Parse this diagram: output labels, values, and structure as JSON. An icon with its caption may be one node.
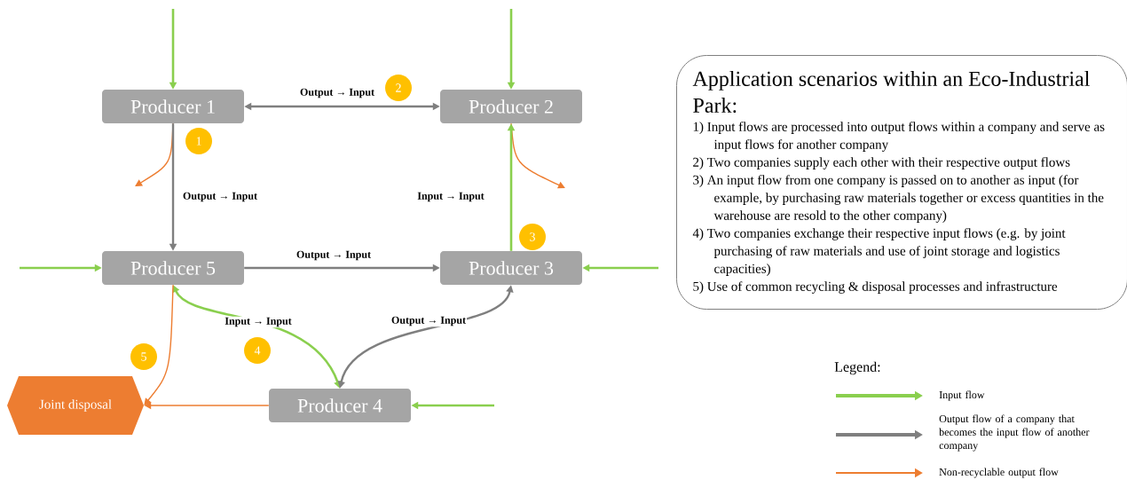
{
  "diagram": {
    "nodes": [
      {
        "text": [
          "Producer 1"
        ]
      },
      {
        "text": [
          "Producer 2"
        ]
      },
      {
        "text": [
          "Producer 5"
        ]
      },
      {
        "text": [
          "Producer 3"
        ]
      },
      {
        "text": [
          "Producer 4"
        ]
      },
      {
        "text": [
          "Joint disposal"
        ]
      },
      {
        "text": [
          "Application scenarios within an Eco-Industrial Park:",
          "1) Input flows are processed into output flows within a company and serve as input flows for another company",
          "2) Two companies supply each other with their respective output flows",
          "3) An input flow from one company is passed on to another as input (for example, by purchasing raw materials together or excess quantities in the warehouse are resold to the other company)",
          "4) Two companies exchange their respective input flows (e.g. by joint purchasing of raw materials and use of joint storage and logistics capacities)",
          "5) Use of common recycling & disposal processes and infrastructure"
        ]
      },
      {
        "text": [
          "1"
        ]
      },
      {
        "text": [
          "2"
        ]
      },
      {
        "text": [
          "3"
        ]
      },
      {
        "text": [
          "4"
        ]
      },
      {
        "text": [
          "5"
        ]
      }
    ],
    "edges": [
      {
        "from": null,
        "to": 0,
        "arrow": "to"
      },
      {
        "from": null,
        "to": 1,
        "arrow": "to"
      },
      {
        "from": 0,
        "to": 1,
        "arrow": "both",
        "label": "Output → Input",
        "color": "#7f7f7f"
      },
      {
        "from": 0,
        "to": null,
        "arrow": "to",
        "color": "#ed7d31"
      },
      {
        "from": 0,
        "to": 2,
        "arrow": "to",
        "label": "Output → Input",
        "color": "#7f7f7f"
      },
      {
        "from": 1,
        "to": null,
        "arrow": "to",
        "color": "#ed7d31"
      },
      {
        "from": 3,
        "to": 1,
        "arrow": "to",
        "label": "Input → Input"
      },
      {
        "from": null,
        "to": 2,
        "arrow": "to"
      },
      {
        "from": 2,
        "to": 3,
        "arrow": "to",
        "label": "Output → Input",
        "color": "#7f7f7f"
      },
      {
        "from": null,
        "to": 3,
        "arrow": "to"
      },
      {
        "from": 2,
        "to": 4,
        "arrow": "both",
        "label": "Input → Input"
      },
      {
        "from": 4,
        "to": 3,
        "arrow": "both",
        "label": "Output → Input",
        "color": "#7f7f7f"
      },
      {
        "from": 2,
        "to": 5,
        "arrow": "to",
        "color": "#ed7d31"
      },
      {
        "from": 4,
        "to": 5,
        "arrow": "to",
        "color": "#ed7d31"
      },
      {
        "from": null,
        "to": 4,
        "arrow": "to"
      }
    ],
    "labels": [
      "Legend:"
    ],
    "legend": [
      {
        "text": "Input flow"
      },
      {
        "text": "Output flow of a company that becomes the input flow of another company"
      },
      {
        "text": "Non-recyclable output flow"
      }
    ]
  }
}
